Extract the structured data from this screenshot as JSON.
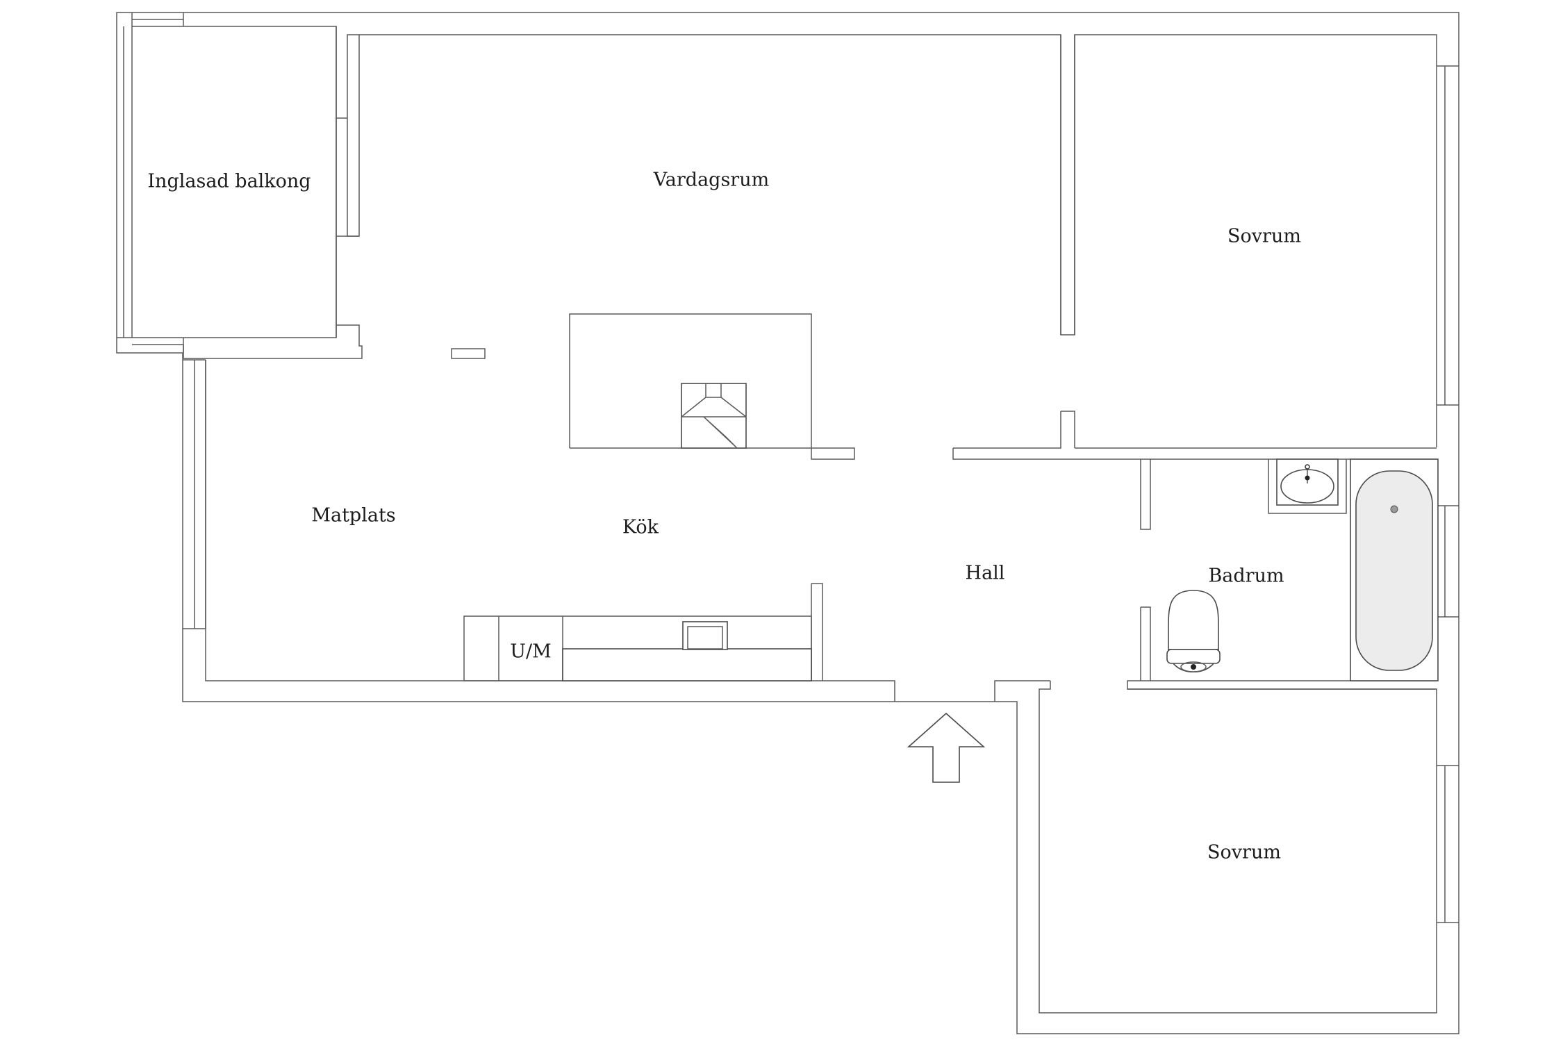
{
  "rooms": {
    "balcony": "Inglasad balkong",
    "living": "Vardagsrum",
    "bedroom_top": "Sovrum",
    "dining": "Matplats",
    "kitchen": "Kök",
    "hall": "Hall",
    "bathroom": "Badrum",
    "bedroom_bottom": "Sovrum"
  },
  "fixtures": {
    "washer_dryer": "U/M"
  },
  "colors": {
    "line": "#3a3a3a",
    "text": "#1c1c1c",
    "background": "#ffffff"
  }
}
